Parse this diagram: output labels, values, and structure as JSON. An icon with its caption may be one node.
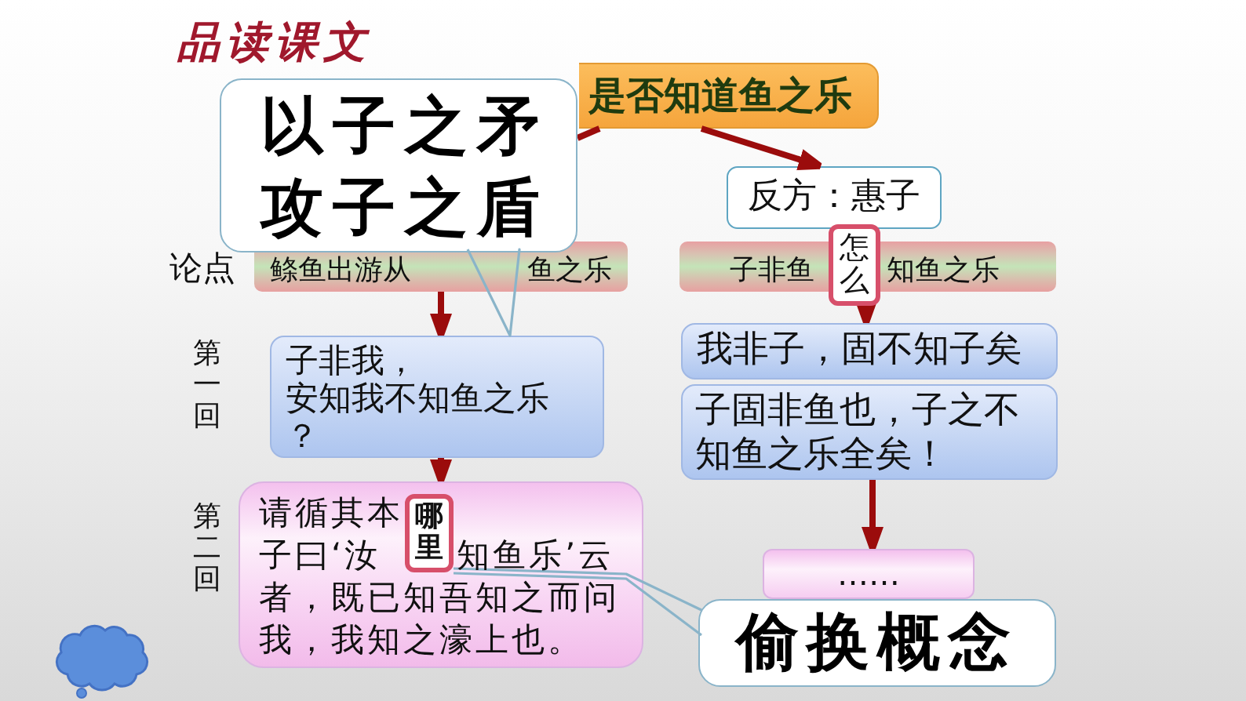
{
  "diagram": {
    "title": "品读课文",
    "nodes": [
      {
        "text": [
          "是否知道鱼之乐"
        ]
      },
      {
        "text": [
          "以子之矛攻子之盾"
        ]
      },
      {
        "text": [
          "反方：惠子"
        ]
      },
      {
        "text": [
          "鲦鱼出游从",
          "鱼之乐"
        ]
      },
      {
        "text": [
          "子非鱼",
          "知鱼之乐"
        ]
      },
      {
        "text": [
          "怎么"
        ]
      },
      {
        "text": [
          "子非我，",
          "安知我不知鱼之乐？"
        ]
      },
      {
        "text": [
          "我非子，固不知子矣"
        ]
      },
      {
        "text": [
          "子固非鱼也，子之不知鱼之乐全矣！"
        ]
      },
      {
        "text": [
          "请循其本",
          "子曰‘汝",
          "知鱼乐’云",
          "者，既已知吾知之而问我，我知之濠上也。"
        ]
      },
      {
        "text": [
          "哪里"
        ],
        "in": 9
      },
      {
        "text": [
          "……"
        ]
      },
      {
        "text": [
          "偷换概念"
        ]
      }
    ],
    "edges": [
      {
        "from": 0,
        "to": 2,
        "arrow": "to"
      },
      {
        "from": 0,
        "to": 1,
        "arrow": "none"
      },
      {
        "from": 3,
        "to": 6,
        "arrow": "to"
      },
      {
        "from": 6,
        "to": 9,
        "arrow": "to"
      },
      {
        "from": 5,
        "to": 7,
        "arrow": "to"
      },
      {
        "from": 8,
        "to": 11,
        "arrow": "to"
      },
      {
        "from": 1,
        "to": 6,
        "arrow": "to",
        "color": "#8ab4c9"
      },
      {
        "from": 12,
        "to": 10,
        "arrow": "none",
        "color": "#8ab4c9"
      }
    ],
    "labels": [
      "论点",
      "第一回",
      "第二回"
    ]
  }
}
